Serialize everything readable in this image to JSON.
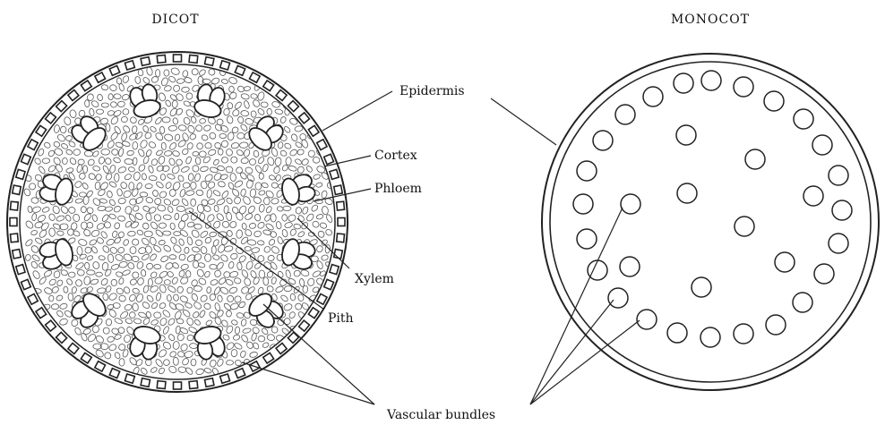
{
  "titles": {
    "dicot": "DICOT",
    "monocot": "MONOCOT"
  },
  "labels": {
    "epidermis": "Epidermis",
    "cortex": "Cortex",
    "phloem": "Phloem",
    "xylem": "Xylem",
    "pith": "Pith",
    "vascular_bundles": "Vascular bundles"
  },
  "colors": {
    "ink": "#222222",
    "background": "#ffffff"
  }
}
